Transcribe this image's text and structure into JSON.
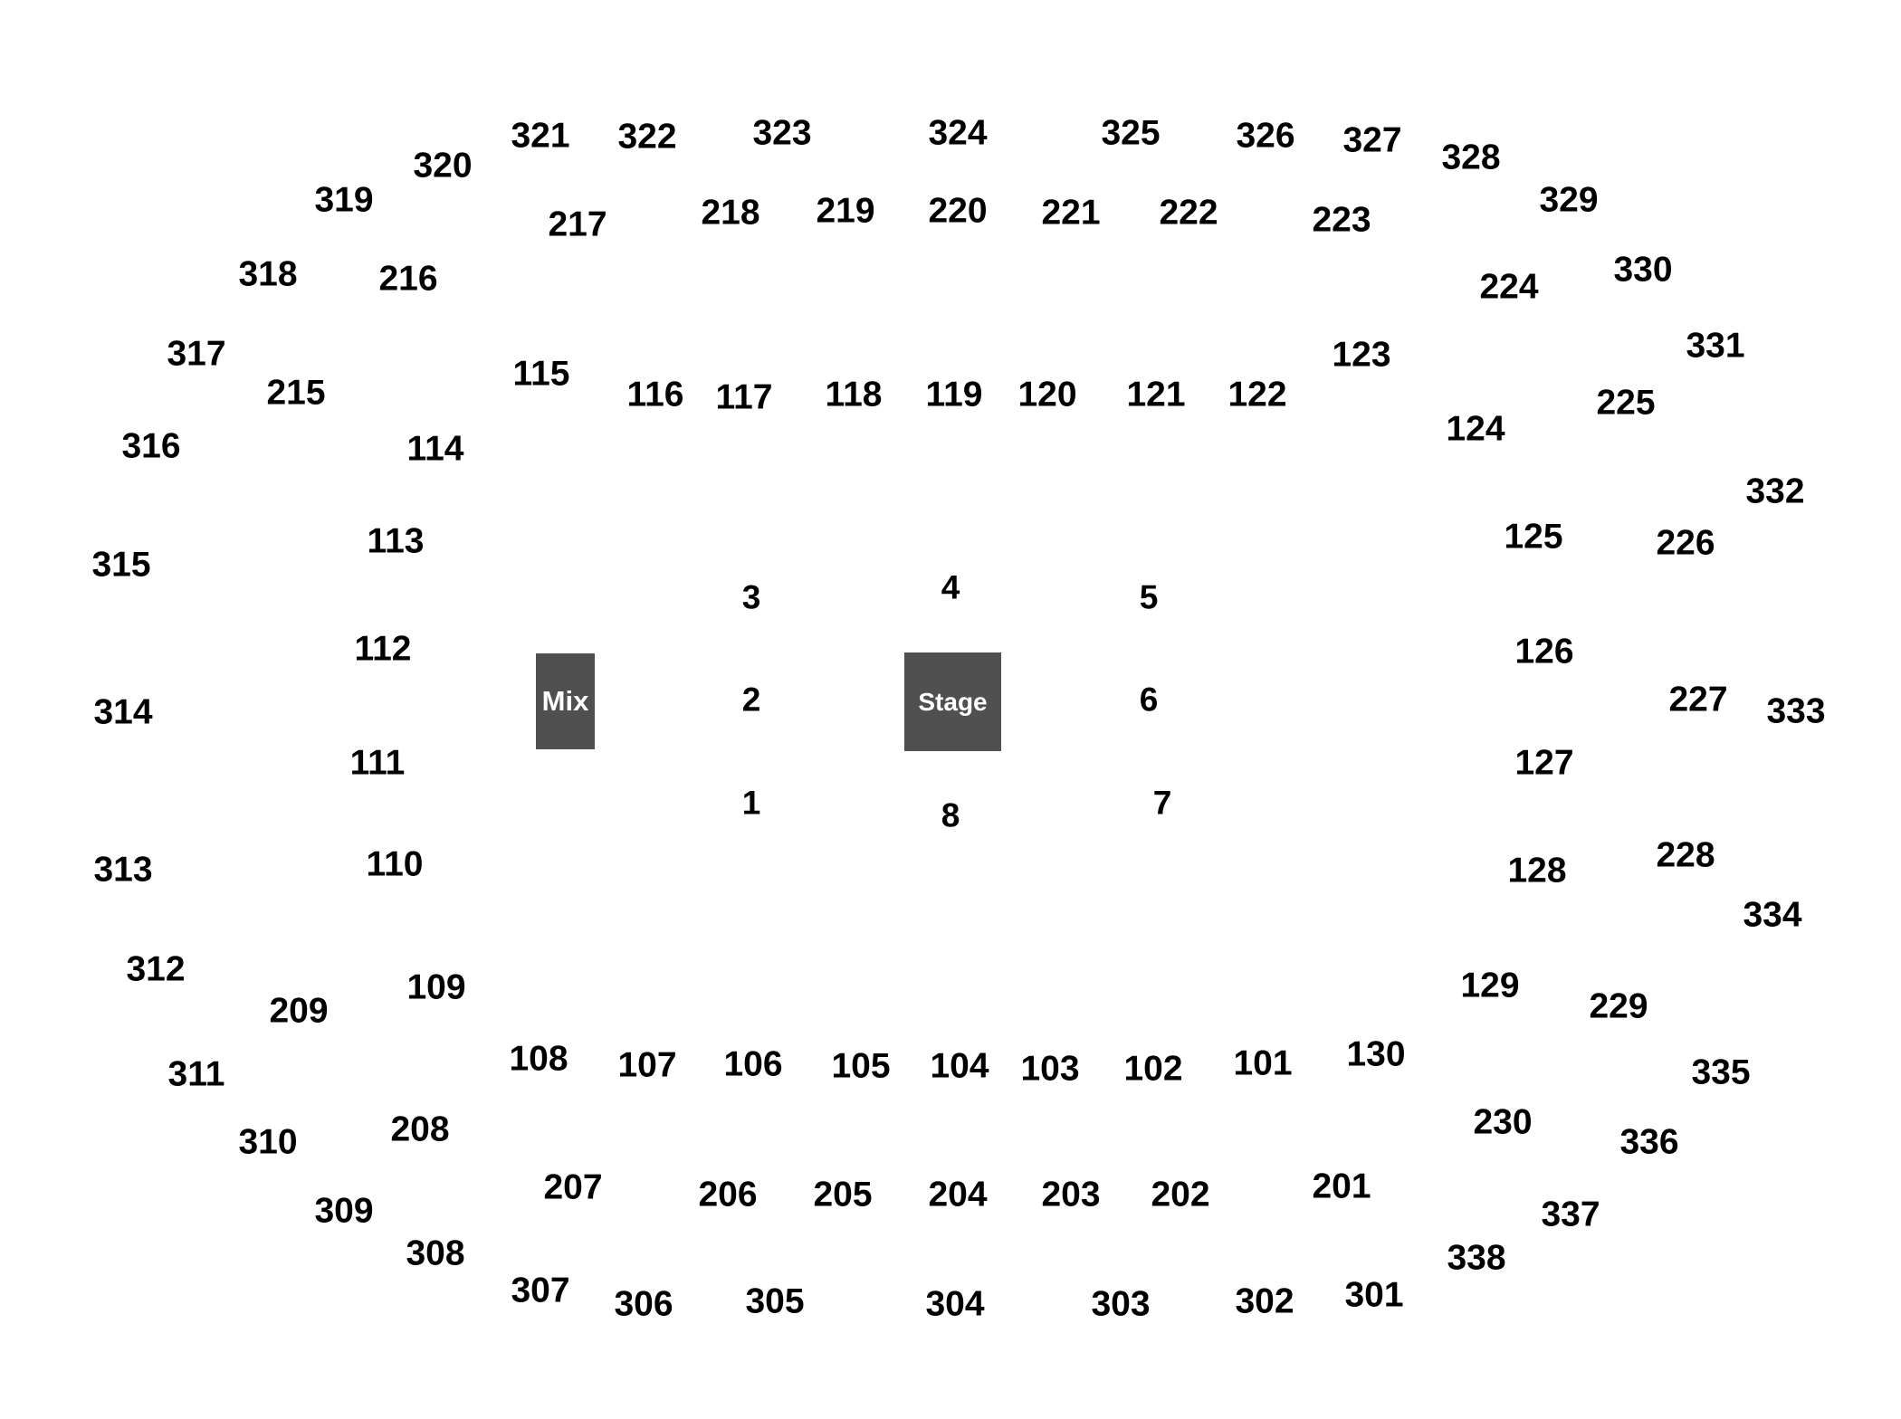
{
  "colors": {
    "label": "#000000",
    "box_fill": "#505050",
    "box_text": "#ffffff"
  },
  "fixtures": {
    "mix": "Mix",
    "stage": "Stage"
  },
  "sections": [
    "321",
    "322",
    "323",
    "324",
    "325",
    "326",
    "327",
    "328",
    "329",
    "330",
    "331",
    "332",
    "333",
    "334",
    "335",
    "336",
    "337",
    "338",
    "320",
    "319",
    "318",
    "317",
    "316",
    "315",
    "314",
    "313",
    "312",
    "311",
    "310",
    "309",
    "308",
    "307",
    "306",
    "305",
    "304",
    "303",
    "302",
    "301",
    "217",
    "218",
    "219",
    "220",
    "221",
    "222",
    "223",
    "224",
    "225",
    "226",
    "227",
    "228",
    "229",
    "230",
    "216",
    "215",
    "209",
    "208",
    "207",
    "206",
    "205",
    "204",
    "203",
    "202",
    "201",
    "115",
    "116",
    "117",
    "118",
    "119",
    "120",
    "121",
    "122",
    "123",
    "124",
    "125",
    "126",
    "127",
    "128",
    "129",
    "130",
    "114",
    "113",
    "112",
    "111",
    "110",
    "109",
    "108",
    "107",
    "106",
    "105",
    "104",
    "103",
    "102",
    "101",
    "1",
    "2",
    "3",
    "4",
    "5",
    "6",
    "7",
    "8"
  ]
}
